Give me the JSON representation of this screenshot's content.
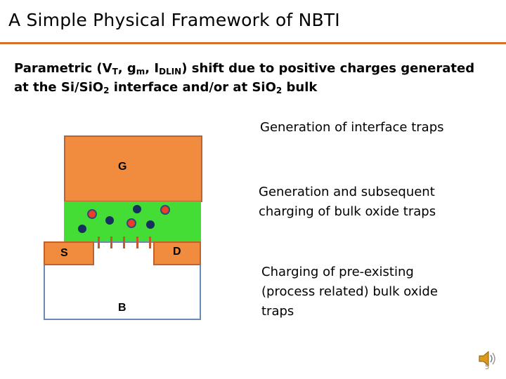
{
  "slide": {
    "title": "A Simple Physical Framework of NBTI",
    "subtitle": {
      "p1": "Parametric (V",
      "s1": "T",
      "p2": ", g",
      "s2": "m",
      "p3": ", I",
      "s3": "DLIN",
      "p4": ") shift due to positive charges generated at the Si/Si",
      "p5": "O",
      "s4": "2",
      "p6": " interface and/or at Si",
      "p7": "O",
      "s5": "2",
      "p8": " bulk"
    },
    "labels": {
      "interface_traps": "Generation of interface traps",
      "bulk_oxide_line1": "Generation and subsequent",
      "bulk_oxide_line2": "charging of bulk oxide traps",
      "preexisting_line1": "Charging of pre-existing",
      "preexisting_line2": "(process related) bulk oxide",
      "preexisting_line3": "traps"
    },
    "slide_number": "5"
  },
  "device": {
    "gate_label": "G",
    "source_label": "S",
    "drain_label": "D",
    "body_label": "B"
  },
  "colors": {
    "accent_rule": "#d4702b",
    "gate_fill": "#f18c3f",
    "oxide_fill": "#44dd35",
    "substrate_border": "#6b8bb7",
    "red_trap": "#ef3b2a",
    "navy_trap": "#16305e",
    "interface_trap": "#c4582f"
  },
  "icons": {
    "speaker": "speaker-icon"
  }
}
